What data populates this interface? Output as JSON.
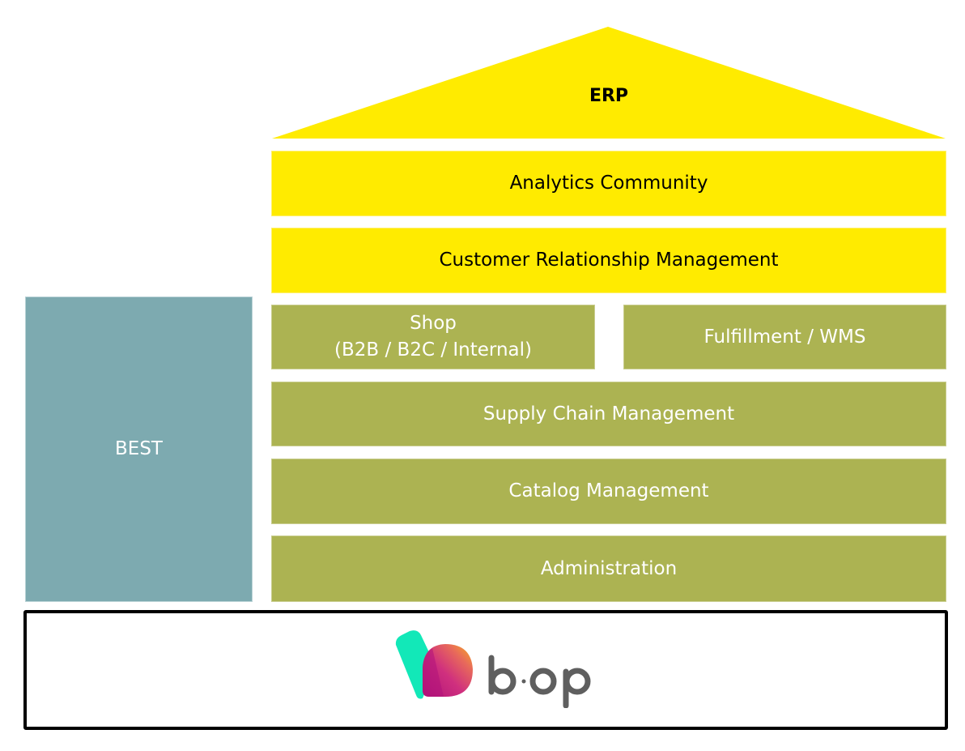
{
  "diagram": {
    "roof": {
      "label": "ERP",
      "color": "#FFEB00"
    },
    "top_layers": [
      {
        "label": "Analytics Community",
        "color": "#FFEB00"
      },
      {
        "label": "Customer Relationship Management",
        "color": "#FFEB00"
      }
    ],
    "split_layer": [
      {
        "label_line1": "Shop",
        "label_line2": "(B2B / B2C / Internal)",
        "color": "#ACB352"
      },
      {
        "label": "Fulfillment / WMS",
        "color": "#ACB352"
      }
    ],
    "core_layers": [
      {
        "label": "Supply Chain Management",
        "color": "#ACB352"
      },
      {
        "label": "Catalog Management",
        "color": "#ACB352"
      },
      {
        "label": "Administration",
        "color": "#ACB352"
      }
    ],
    "side_pillar": {
      "label": "BEST",
      "color": "#7DAAB0"
    },
    "foundation": {
      "logo_name": "b·op",
      "logo_icon": "bop-logo-icon",
      "colors": {
        "mint": "#12E8B8",
        "magenta": "#B0127A",
        "orange": "#F7B21E",
        "text": "#5F5F5F"
      }
    }
  }
}
